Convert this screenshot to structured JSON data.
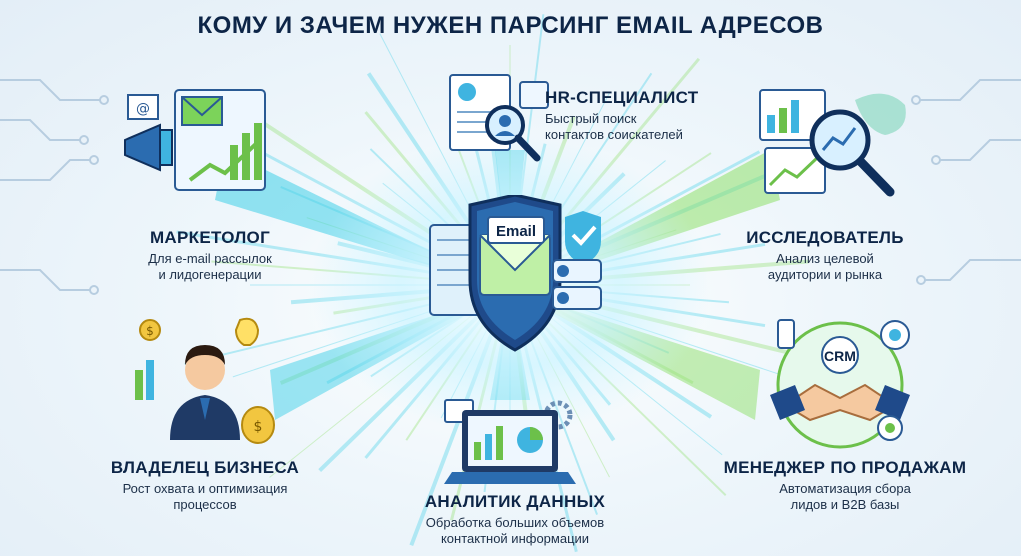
{
  "title": "КОМУ И ЗАЧЕМ НУЖЕН ПАРСИНГ EMAIL АДРЕСОВ",
  "center": {
    "envelope_label": "Email",
    "crm_label": "CRM"
  },
  "roles": {
    "marketer": {
      "name": "МАРКЕТОЛОГ",
      "desc_line1": "Для e-mail рассылок",
      "desc_line2": "и лидогенерации"
    },
    "hr": {
      "name": "HR-СПЕЦИАЛИСТ",
      "desc_line1": "Быстрый поиск",
      "desc_line2": "контактов соискателей"
    },
    "researcher": {
      "name": "ИССЛЕДОВАТЕЛЬ",
      "desc_line1": "Анализ целевой",
      "desc_line2": "аудитории и рынка"
    },
    "owner": {
      "name": "ВЛАДЕЛЕЦ БИЗНЕСА",
      "desc_line1": "Рост охвата и оптимизация",
      "desc_line2": "процессов"
    },
    "analyst": {
      "name": "АНАЛИТИК ДАННЫХ",
      "desc_line1": "Обработка больших объемов",
      "desc_line2": "контактной информации"
    },
    "sales": {
      "name": "МЕНЕДЖЕР ПО ПРОДАЖАМ",
      "desc_line1": "Автоматизация сбора",
      "desc_line2": "лидов и B2B базы"
    }
  },
  "icons": [
    "email-shield-icon",
    "megaphone-icon",
    "resume-magnifier-icon",
    "magnifier-chart-icon",
    "businessman-icon",
    "laptop-dashboard-icon",
    "handshake-icon"
  ],
  "colors": {
    "title": "#0d2547",
    "ray_cyan": "#3fd0e8",
    "ray_green": "#8ee06a",
    "shield": "#1f4a8a",
    "accent_green": "#6cc04a"
  }
}
